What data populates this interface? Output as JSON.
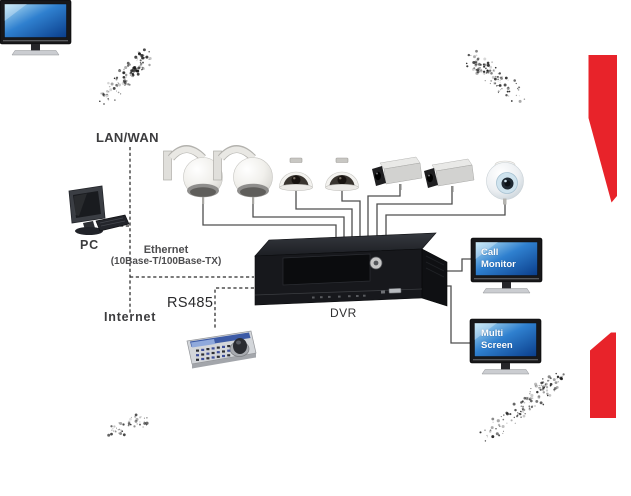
{
  "labels": {
    "lan_wan": "LAN/WAN",
    "pc": "PC",
    "ethernet": "Ethernet",
    "ethernet_detail": "(10Base-T/100Base-TX)",
    "internet": "Internet",
    "rs485": "RS485",
    "dvr": "DVR",
    "call_monitor": [
      "Call",
      "Monitor"
    ],
    "multi_screen": [
      "Multi",
      "Screen"
    ]
  },
  "colors": {
    "accent_red": "#e8232a",
    "cable": "#4f4f4f",
    "dashed": "#2a2a2a",
    "monitor_screen_light": "#b5e2f5",
    "monitor_screen_mid": "#2f80cf",
    "monitor_screen_dark": "#0a3d8a"
  },
  "devices": [
    "pc",
    "ptz-dome-camera-1",
    "ptz-dome-camera-2",
    "dome-camera-1",
    "dome-camera-2",
    "box-camera-1",
    "box-camera-2",
    "turret-camera",
    "dvr",
    "rs485-control-keyboard",
    "call-monitor",
    "multi-screen-monitor"
  ]
}
